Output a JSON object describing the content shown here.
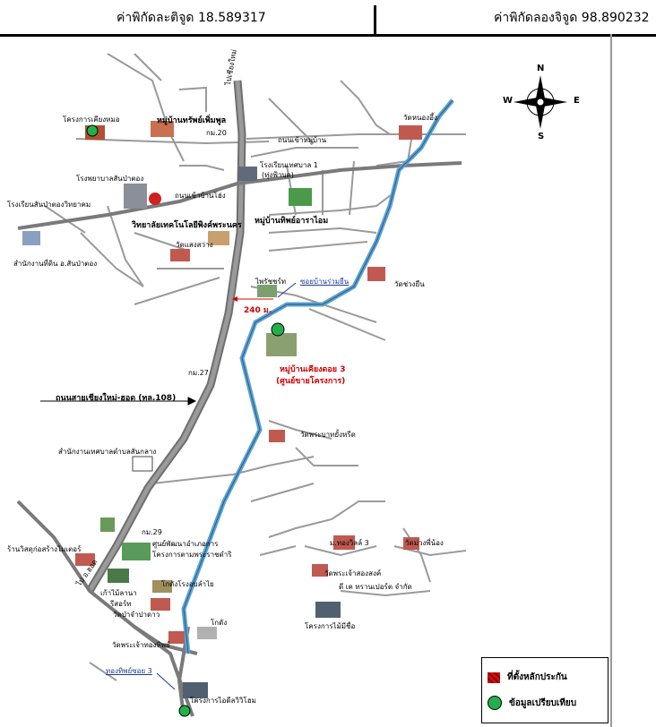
{
  "header": {
    "lat_label": "ค่าพิกัดละติจูด 18.589317",
    "lon_label": "ค่าพิกัดลองจิจูด 98.890232"
  },
  "compass": {
    "n": "N",
    "s": "S",
    "e": "E",
    "w": "W"
  },
  "labels": {
    "p1": "โครงการเคียงหมอ",
    "p2": "หมู่บ้านทรัพย์เพิ่มพูล",
    "p3": "กม.20",
    "p4": "วัดหนองอึ้ง",
    "p5": "ถนนเข้าหมู่บ้าน",
    "p6": "โรงพยาบาลสันป่าตอง",
    "p7": "โรงเรียนเทศบาล 1",
    "p8": "(ทุ่งฟ้าบด)",
    "p9": "โรงเรียนสันป่าตองวิทยาคม",
    "p10": "ถนนเข้าบ้านโฮ่ง",
    "p11": "วิทยาลัยเทคโนโลยีพิงค์พระนคร",
    "p12": "หมู่บ้านทิพย์อาราไอม",
    "p13": "วัดแสงสว่าง",
    "p14": "สำนักงานที่ดิน อ.สันป่าตอง",
    "p15": "ไพรัชชร์ท",
    "p16": "ซอยบ้านร่วมยืน",
    "p17": "วัดช่วงยืน",
    "p18": "240 ม.",
    "p19": "หมู่บ้านเคียงดอย 3",
    "p20": "(ศูนย์ขายโครงการ)",
    "p21": "กม.27",
    "p22": "ถนนสายเชียงใหม่-ฮอด (ทล.108)",
    "p23": "วัดพระบาทยั้งหรีด",
    "p24": "สำนักงานเทศบาลตำบลสันกลาง",
    "p25": "กม.29",
    "p26": "ศูนย์พัฒนาอำเภอการ",
    "p27": "โครงการตามพระราชดำริ",
    "p28": "ร้านวิสดุก่อสร้างไมเตอร์",
    "p29": "ม.ทองวิลล์ 3",
    "p30": "วัดม่วงพี่น้อง",
    "p31": "วัดพระเจ้าสองสงค์",
    "p32": "ดี เค ทรานเปอร์ต จำกัด",
    "p33": "เก้าไม้ลานา",
    "p34": "รีสอร์ท",
    "p35": "วัดป่าจำปาดาว",
    "p36": "โกดังโรงอบลำไย",
    "p37": "โครงการไม้มีชื่อ",
    "p38": "วัดพระเจ้าทองทิพย์",
    "p39": "โกดัง",
    "p40": "ทองทิพย์ซอย 3",
    "p41": "โครงการไอดีลวิวิโฮม",
    "p42": "ไปเชียงใหม่",
    "p43": "ไป อ.ฮอด"
  },
  "legend": {
    "item1": "ที่ตั้งหลักประกัน",
    "item2": "ข้อมูลเปรียบเทียบ",
    "colors": {
      "item1": "#d01010",
      "item2": "#22b04a"
    }
  },
  "colors": {
    "river": "#5ba3d6",
    "road": "#8c8c8c",
    "highway": "#6e6e6e"
  }
}
